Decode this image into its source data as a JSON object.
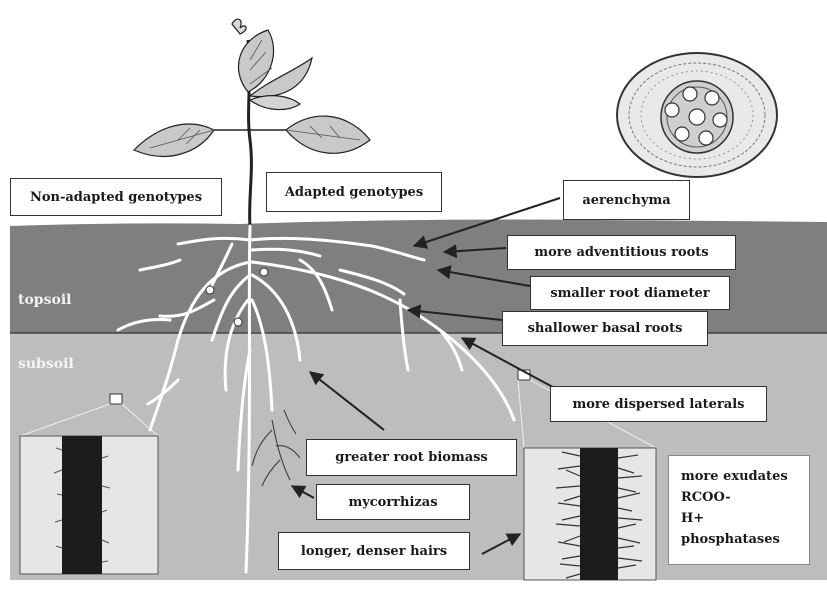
{
  "labels": {
    "non_adapted": "Non-adapted genotypes",
    "adapted": "Adapted genotypes",
    "topsoil": "topsoil",
    "subsoil": "subsoil",
    "aerenchyma": "aerenchyma",
    "more_adventitious": "more adventitious roots",
    "smaller_diameter": "smaller root diameter",
    "shallower_basal": "shallower basal roots",
    "more_dispersed": "more dispersed laterals",
    "greater_biomass": "greater root biomass",
    "mycorrhizas": "mycorrhizas",
    "longer_hairs": "longer, denser hairs",
    "exudates": [
      "more exudates",
      "RCOO-",
      "H+",
      "phosphatases"
    ]
  },
  "colors": {
    "topsoil": "#7f7f7f",
    "subsoil": "#bdbdbd",
    "root": "#ffffff",
    "arrow": "#222222",
    "leaf": "#c9c9c9"
  }
}
